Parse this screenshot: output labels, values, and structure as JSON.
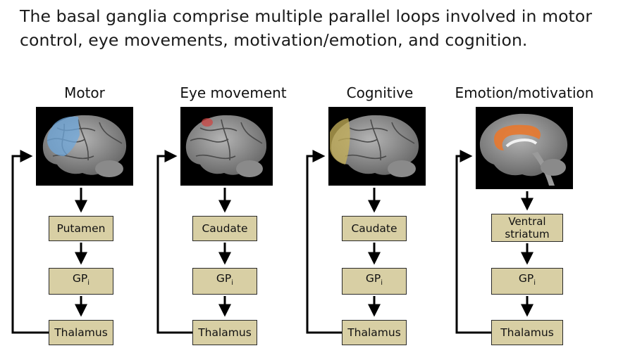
{
  "title_lines": [
    "The basal ganglia comprise multiple parallel loops involved in motor",
    "control, eye movements, motivation/emotion, and cognition."
  ],
  "loops": [
    {
      "id": "motor",
      "title": "Motor",
      "highlight": "blue",
      "nuclei": [
        "Putamen",
        "GP",
        "Thalamus"
      ]
    },
    {
      "id": "eye",
      "title": "Eye movement",
      "highlight": "red",
      "nuclei": [
        "Caudate",
        "GP",
        "Thalamus"
      ]
    },
    {
      "id": "cognitive",
      "title": "Cognitive",
      "highlight": "yellow",
      "nuclei": [
        "Caudate",
        "GP",
        "Thalamus"
      ]
    },
    {
      "id": "emotion",
      "title": "Emotion/motivation",
      "highlight": "orange",
      "nuclei": [
        "Ventral\nstriatum",
        "GP",
        "Thalamus"
      ]
    }
  ],
  "gp_subscript": "i",
  "colors": {
    "box_fill": "#d8cfa4",
    "motor_highlight": "#6fa8dc",
    "eye_highlight": "#d0413f",
    "cognitive_highlight": "#c7b25a",
    "emotion_highlight": "#e8782e"
  }
}
